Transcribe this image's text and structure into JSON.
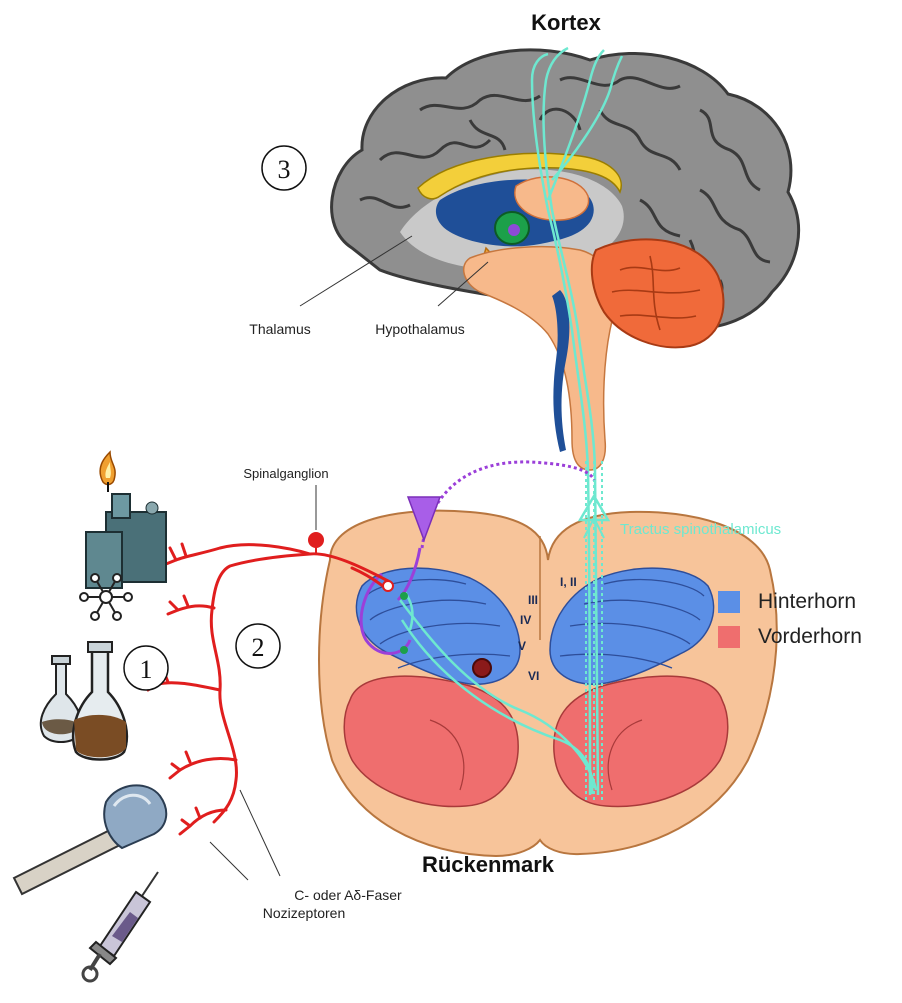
{
  "labels": {
    "kortex": "Kortex",
    "thalamus": "Thalamus",
    "hypothalamus": "Hypothalamus",
    "spinalganglion": "Spinalganglion",
    "tractus": "Tractus spinothalamicus",
    "rueckenmark": "Rückenmark",
    "faser": "C- oder Aδ-Faser",
    "nozizeptoren": "Nozizeptoren"
  },
  "markers": [
    "1",
    "2",
    "3"
  ],
  "laminae": [
    "I, II",
    "III",
    "IV",
    "V",
    "VI"
  ],
  "legend": [
    {
      "label": "Hinterhorn",
      "color": "#5b8fe6"
    },
    {
      "label": "Vorderhorn",
      "color": "#ef6e6e"
    }
  ],
  "stimulus_icons": [
    "candle-fire-icon",
    "snowflake-icon",
    "chemical-flasks-icon",
    "hammer-icon",
    "syringe-icon"
  ],
  "colors": {
    "nerve": "#e01e1e",
    "tract": "#6ee8d0",
    "purple": "#9b3fd9",
    "cortex_gray": "#8d8d8d",
    "brainstem": "#f7b98b",
    "cerebellum": "#f06a3a",
    "corpus": "#f3cf3a",
    "ventricle": "#1f4f98"
  }
}
